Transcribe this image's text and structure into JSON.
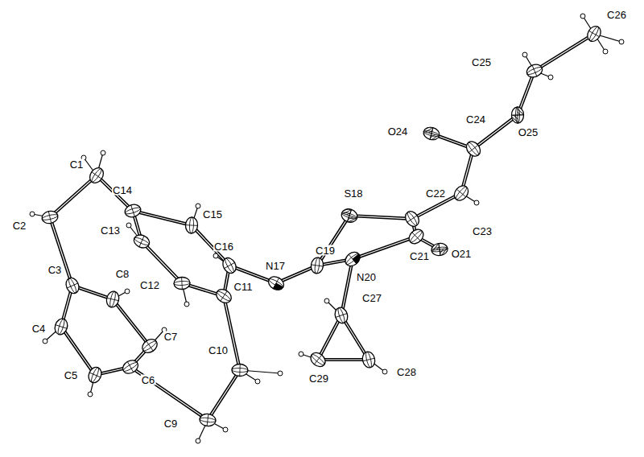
{
  "diagram": {
    "labels": [
      "C26",
      "C25",
      "O24",
      "C24",
      "O25",
      "C1",
      "C14",
      "S18",
      "C22",
      "C15",
      "C23",
      "C2",
      "C13",
      "C16",
      "C19",
      "C21",
      "O21",
      "N17",
      "C3",
      "C8",
      "N20",
      "C12",
      "C11",
      "C27",
      "C4",
      "C7",
      "C10",
      "C29",
      "C28",
      "C5",
      "C6",
      "C9"
    ]
  }
}
